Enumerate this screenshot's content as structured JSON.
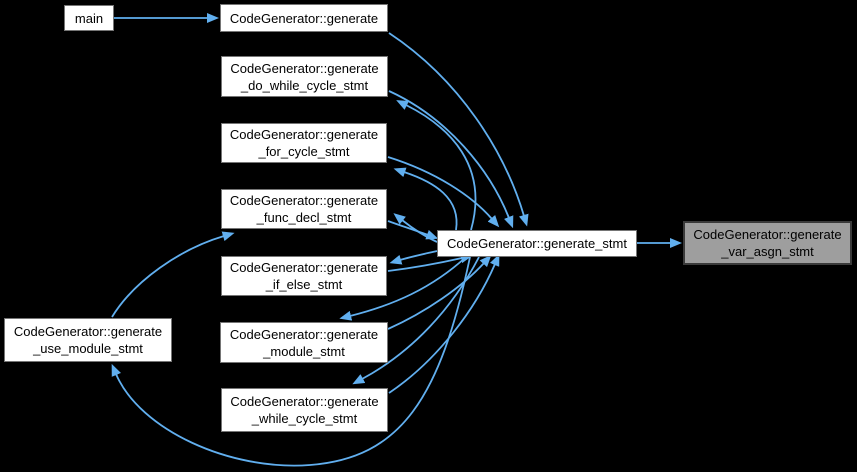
{
  "diagram": {
    "type": "call-graph",
    "colors": {
      "background": "#000000",
      "edge": "#61AFEF",
      "node_fill": "#FFFFFF",
      "node_border": "#757575",
      "current_node_fill": "#9E9E9E",
      "current_node_border": "#3A3A3A",
      "text": "#000000"
    },
    "edges": [
      {
        "from": "main",
        "to": "CodeGenerator::generate"
      },
      {
        "from": "CodeGenerator::generate",
        "to": "CodeGenerator::generate_stmt"
      },
      {
        "from": "CodeGenerator::generate_stmt",
        "to": "CodeGenerator::generate_do_while_cycle_stmt"
      },
      {
        "from": "CodeGenerator::generate_do_while_cycle_stmt",
        "to": "CodeGenerator::generate_stmt"
      },
      {
        "from": "CodeGenerator::generate_stmt",
        "to": "CodeGenerator::generate_for_cycle_stmt"
      },
      {
        "from": "CodeGenerator::generate_for_cycle_stmt",
        "to": "CodeGenerator::generate_stmt"
      },
      {
        "from": "CodeGenerator::generate_stmt",
        "to": "CodeGenerator::generate_func_decl_stmt"
      },
      {
        "from": "CodeGenerator::generate_func_decl_stmt",
        "to": "CodeGenerator::generate_stmt"
      },
      {
        "from": "CodeGenerator::generate_stmt",
        "to": "CodeGenerator::generate_if_else_stmt"
      },
      {
        "from": "CodeGenerator::generate_if_else_stmt",
        "to": "CodeGenerator::generate_stmt"
      },
      {
        "from": "CodeGenerator::generate_stmt",
        "to": "CodeGenerator::generate_module_stmt"
      },
      {
        "from": "CodeGenerator::generate_module_stmt",
        "to": "CodeGenerator::generate_stmt"
      },
      {
        "from": "CodeGenerator::generate_stmt",
        "to": "CodeGenerator::generate_while_cycle_stmt"
      },
      {
        "from": "CodeGenerator::generate_while_cycle_stmt",
        "to": "CodeGenerator::generate_stmt"
      },
      {
        "from": "CodeGenerator::generate_stmt",
        "to": "CodeGenerator::generate_use_module_stmt"
      },
      {
        "from": "CodeGenerator::generate_use_module_stmt",
        "to": "CodeGenerator::generate_func_decl_stmt"
      },
      {
        "from": "CodeGenerator::generate_stmt",
        "to": "CodeGenerator::generate_var_asgn_stmt"
      }
    ]
  },
  "nodes": {
    "main": {
      "line1": "main"
    },
    "generate": {
      "line1": "CodeGenerator::generate"
    },
    "do_while": {
      "line1": "CodeGenerator::generate",
      "line2": "_do_while_cycle_stmt"
    },
    "for_cycle": {
      "line1": "CodeGenerator::generate",
      "line2": "_for_cycle_stmt"
    },
    "func_decl": {
      "line1": "CodeGenerator::generate",
      "line2": "_func_decl_stmt"
    },
    "if_else": {
      "line1": "CodeGenerator::generate",
      "line2": "_if_else_stmt"
    },
    "module": {
      "line1": "CodeGenerator::generate",
      "line2": "_module_stmt"
    },
    "while_cycle": {
      "line1": "CodeGenerator::generate",
      "line2": "_while_cycle_stmt"
    },
    "use_module": {
      "line1": "CodeGenerator::generate",
      "line2": "_use_module_stmt"
    },
    "generate_stmt": {
      "line1": "CodeGenerator::generate_stmt"
    },
    "var_asgn": {
      "line1": "CodeGenerator::generate",
      "line2": "_var_asgn_stmt"
    }
  }
}
